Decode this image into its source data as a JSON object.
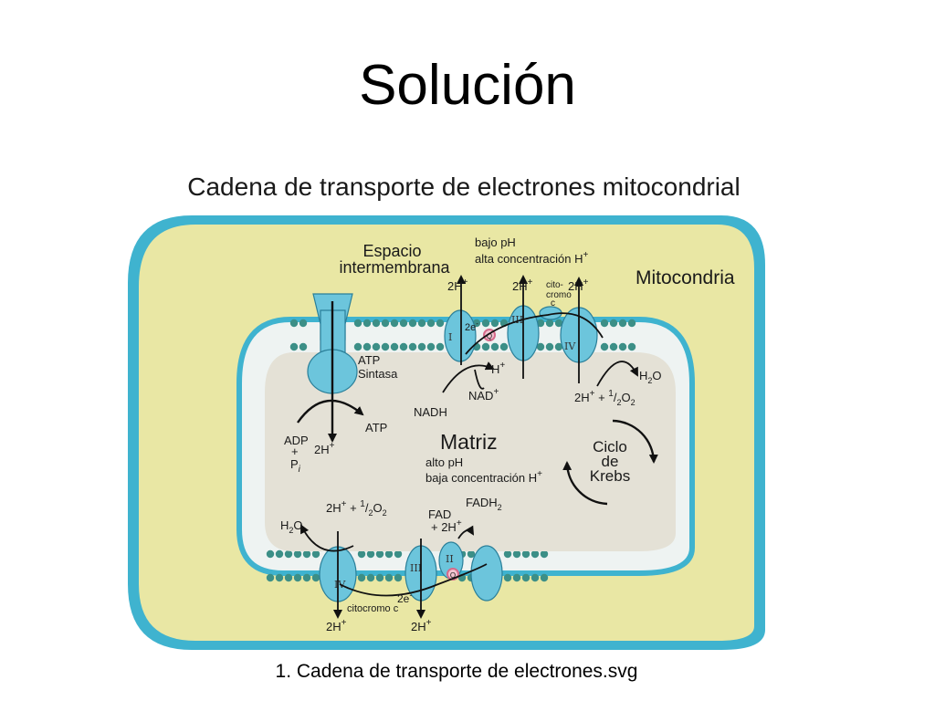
{
  "slide": {
    "title": "Solución",
    "caption": "1. Cadena de transporte de electrones.svg"
  },
  "diagram": {
    "title": "Cadena de transporte de electrones mitocondrial",
    "mitocondria": "Mitocondria",
    "espacio": [
      "Espacio",
      "intermembrana"
    ],
    "bajo_ph": [
      "bajo pH",
      "alta concentración H"
    ],
    "matriz": "Matriz",
    "alto_ph": [
      "alto pH",
      "baja concentración H"
    ],
    "krebs": [
      "Ciclo",
      "de",
      "Krebs"
    ],
    "atp_sintasa": [
      "ATP",
      "Sintasa"
    ],
    "atp": "ATP",
    "adp": [
      "ADP",
      "+",
      "P"
    ],
    "pi_sub": "i",
    "two_h": "2H",
    "plus": "+",
    "h": "H",
    "nadh": "NADH",
    "nad": "NAD",
    "h2o": [
      "H",
      "2",
      "O"
    ],
    "o2_half": [
      "2H",
      "+",
      " + ",
      "1",
      "/",
      "2",
      "O",
      "2"
    ],
    "cytochrome_top": [
      "cito-",
      "cromo",
      "c"
    ],
    "cytochrome_bottom": "citocromo c",
    "two_e": [
      "2e",
      "-"
    ],
    "fad": [
      "FAD",
      "+ 2H"
    ],
    "fadh2": [
      "FADH",
      "2"
    ],
    "q": "Q",
    "complex_numerals": [
      "I",
      "II",
      "III",
      "IV"
    ],
    "colors": {
      "outer_membrane": "#3fb3cf",
      "intermembrane_space": "#e9e7a4",
      "matrix": "#e4e1d6",
      "protein": "#6cc5dc",
      "lipid_head": "#3c8f87",
      "quinone": "#d66a8a"
    }
  }
}
